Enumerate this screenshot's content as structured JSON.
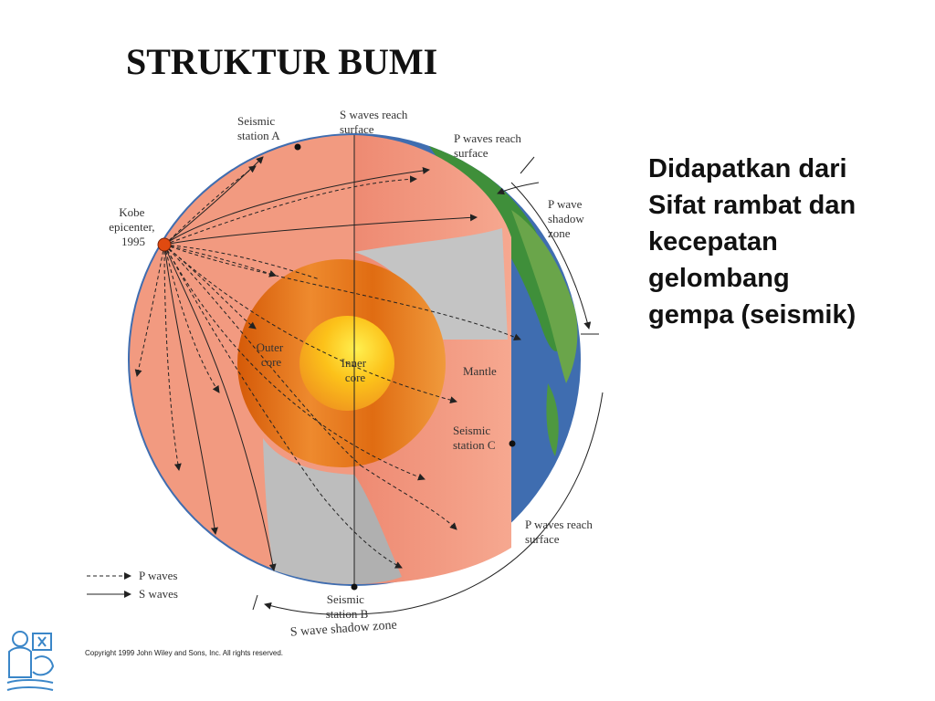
{
  "title": "STRUKTUR BUMI",
  "description_lines": [
    "Didapatkan dari",
    "Sifat rambat dan",
    "kecepatan",
    "gelombang",
    "gempa (seismik)"
  ],
  "labels": {
    "seismic_station_a": [
      "Seismic",
      "station A"
    ],
    "s_waves_reach_surface": [
      "S waves reach",
      "surface"
    ],
    "p_waves_reach_surface_top": [
      "P waves reach",
      "surface"
    ],
    "p_wave_shadow_zone": [
      "P wave",
      "shadow",
      "zone"
    ],
    "kobe_epicenter": [
      "Kobe",
      "epicenter,",
      "1995"
    ],
    "outer_core": [
      "Outer",
      "core"
    ],
    "inner_core": [
      "Inner",
      "core"
    ],
    "mantle": "Mantle",
    "seismic_station_c": [
      "Seismic",
      "station C"
    ],
    "p_waves_reach_surface_bottom": [
      "P waves reach",
      "surface"
    ],
    "seismic_station_b": [
      "Seismic",
      "station B"
    ],
    "s_wave_shadow_zone": "S wave shadow zone"
  },
  "legend": {
    "p_waves": "P waves",
    "s_waves": "S waves"
  },
  "copyright": "Copyright 1999 John Wiley and Sons, Inc. All rights reserved.",
  "colors": {
    "mantle": "#f29a80",
    "outer_core": "#e8761c",
    "inner_core": "#fcc21a",
    "shadow": "#c2c2c2",
    "ocean": "#3f6db0",
    "land": "#3f8f3a"
  }
}
